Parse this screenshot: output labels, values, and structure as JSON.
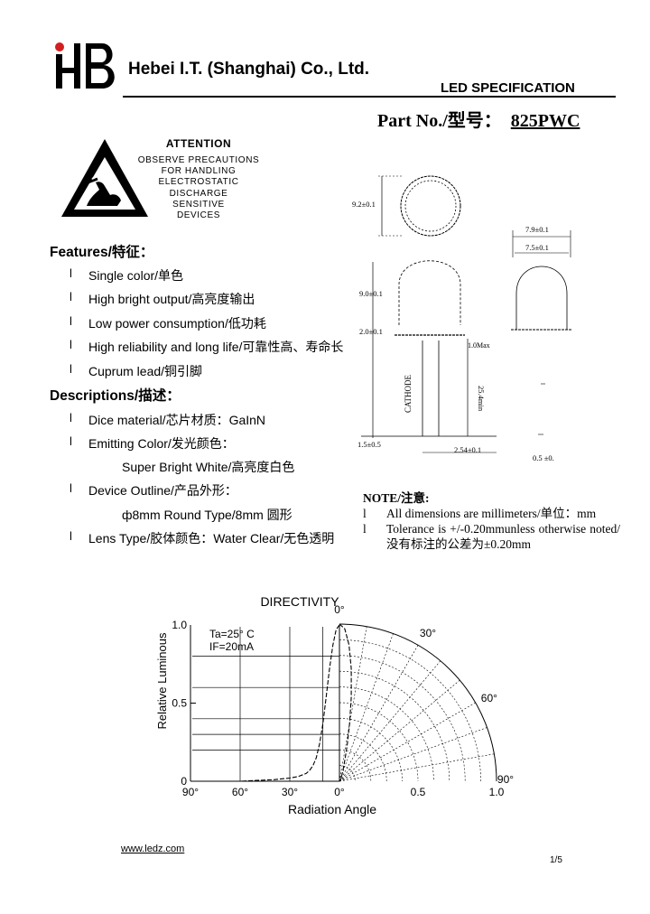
{
  "header": {
    "logo_text": "HB",
    "company": "Hebei I.T. (Shanghai) Co., Ltd.",
    "spec_title": "LED SPECIFICATION",
    "part_no_label": "Part  No./型号：",
    "part_no_value": "825PWC"
  },
  "esd": {
    "icon": "esd-warning-icon",
    "attention": "ATTENTION",
    "lines": [
      "OBSERVE PRECAUTIONS",
      "FOR HANDLING",
      "ELECTROSTATIC",
      "DISCHARGE",
      "SENSITIVE",
      "DEVICES"
    ]
  },
  "features": {
    "title": "Features/特征：",
    "bullet": "l",
    "items": [
      "Single color/单色",
      "High bright output/高亮度输出",
      "Low power consumption/低功耗",
      "High reliability and long life/可靠性高、寿命长",
      "Cuprum lead/铜引脚"
    ]
  },
  "descriptions": {
    "title": "Descriptions/描述：",
    "dice": "Dice material/芯片材质：GaInN",
    "emitting_label": "Emitting Color/发光颜色：",
    "emitting_value": "Super Bright White/高亮度白色",
    "outline_label": "Device Outline/产品外形：",
    "outline_value": "ф8mm Round Type/8mm 圆形",
    "lens": "Lens Type/胶体颜色：Water Clear/无色透明"
  },
  "drawing": {
    "dim_top_dia": "9.2±0.1",
    "dim_body_h": "9.0±0.1",
    "dim_flange": "2.0±0.1",
    "dim_lead_len": "25.4min",
    "dim_outer_w": "7.9±0.1",
    "dim_inner_w": "7.5±0.1",
    "dim_max": "1.0Max",
    "dim_lead_w": "1.5±0.5",
    "dim_pitch": "2.54±0.1",
    "dim_lead_sq": "0.5 ±0.",
    "cathode": "CATHODE"
  },
  "note": {
    "title": "NOTE/注意:",
    "bullet": "l",
    "items": [
      "All dimensions are millimeters/单位：mm",
      "Tolerance is +/-0.20mmunless otherwise noted/没有标注的公差为±0.20mm"
    ]
  },
  "chart_data": {
    "type": "line",
    "title": "DIRECTIVITY",
    "xlabel": "Radiation Angle",
    "ylabel": "Relative Luminous",
    "y_ticks": [
      "1.0",
      "0.5",
      "0"
    ],
    "x_ticks_left": [
      "90°",
      "60°",
      "30°",
      "0°"
    ],
    "x_ticks_right": [
      "0.5",
      "1.0"
    ],
    "polar_labels": [
      "0°",
      "30°",
      "60°",
      "90°"
    ],
    "annotation_ta": "Ta=25° C",
    "annotation_if": "IF=20mA",
    "series": [
      {
        "angle_deg": [
          0,
          2,
          4,
          6,
          8,
          10,
          12,
          14,
          16,
          18,
          20,
          25,
          30,
          40,
          50,
          60,
          70,
          80,
          90
        ],
        "relative": [
          1.0,
          0.97,
          0.87,
          0.72,
          0.54,
          0.37,
          0.24,
          0.15,
          0.1,
          0.07,
          0.05,
          0.03,
          0.02,
          0.01,
          0.005,
          0.0,
          0.0,
          0.0,
          0.0
        ]
      }
    ]
  },
  "footer": {
    "url": "www.ledz.com",
    "page": "1/5"
  }
}
